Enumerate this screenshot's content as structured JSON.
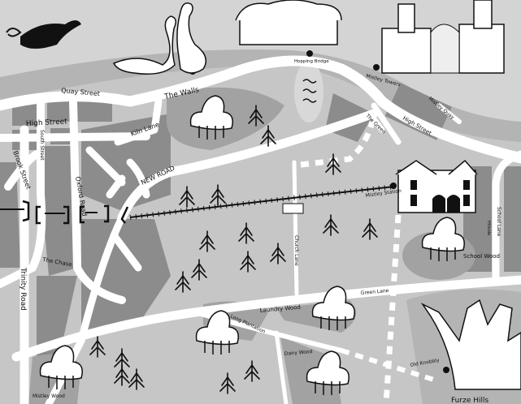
{
  "map": {
    "colors": {
      "background": "#c6c6c6",
      "land_dark": "#8c8c8c",
      "land_mid": "#a9a9a9",
      "sky": "#d4d4d4",
      "road": "#ffffff",
      "ink": "#111111"
    },
    "streets": {
      "quay_street": "Quay Street",
      "the_walls": "The Walls",
      "high_street_west": "High Street",
      "south_street": "South Street",
      "kiln_lane": "Kiln Lane",
      "brook_street": "Brook Street",
      "oxford_road": "Oxford Road",
      "new_road": "NEW ROAD",
      "the_chase": "The Chase",
      "trinity_road": "Trinity Road",
      "church_lane": "Church Lane",
      "the_green": "The Green",
      "high_street_east": "High Street",
      "mistley_quay": "Mistley Quay",
      "school_lane": "School Lane",
      "hillside": "Hillside",
      "green_lane": "Green Lane",
      "long_plantation": "Long Plantation"
    },
    "places": {
      "hopping_bridge": "Hopping Bridge",
      "mistley_towers": "Mistley Towers",
      "mistley_station": "Mistley Station",
      "school_wood": "School Wood",
      "laundry_wood": "Laundry Wood",
      "dairy_wood": "Dairy Wood",
      "mistley_wood": "Mistley Wood",
      "old_knobbly": "Old Knobbly",
      "furze_hills": "Furze Hills"
    },
    "icons": [
      "swan-icon",
      "whale-icon",
      "pine-tree-icon",
      "woodland-icon",
      "station-building-icon",
      "mistley-towers-icon",
      "old-knobbly-oak-icon",
      "railway-icon",
      "location-dot-icon",
      "water-ripple-icon"
    ]
  }
}
